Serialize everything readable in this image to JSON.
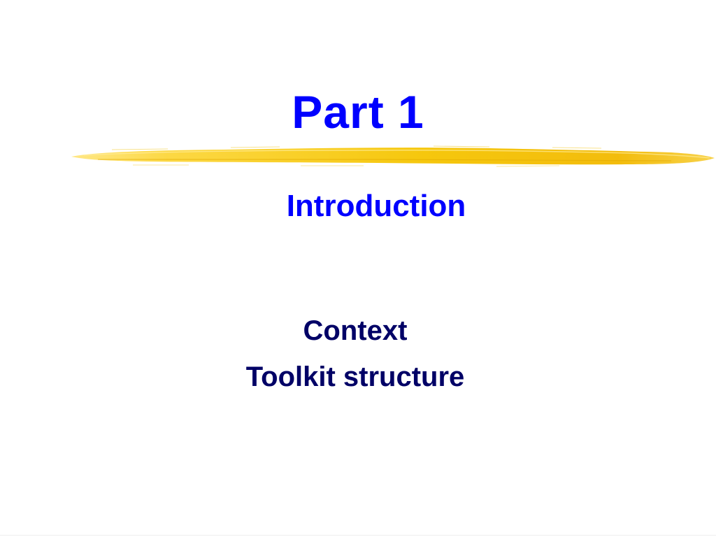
{
  "slide": {
    "title": "Part 1",
    "subtitle": "Introduction",
    "items": [
      {
        "label": "Context"
      },
      {
        "label": "Toolkit structure"
      }
    ]
  },
  "colors": {
    "title": "#0000ff",
    "items": "#000066",
    "accent_stroke": "#f5c400"
  }
}
